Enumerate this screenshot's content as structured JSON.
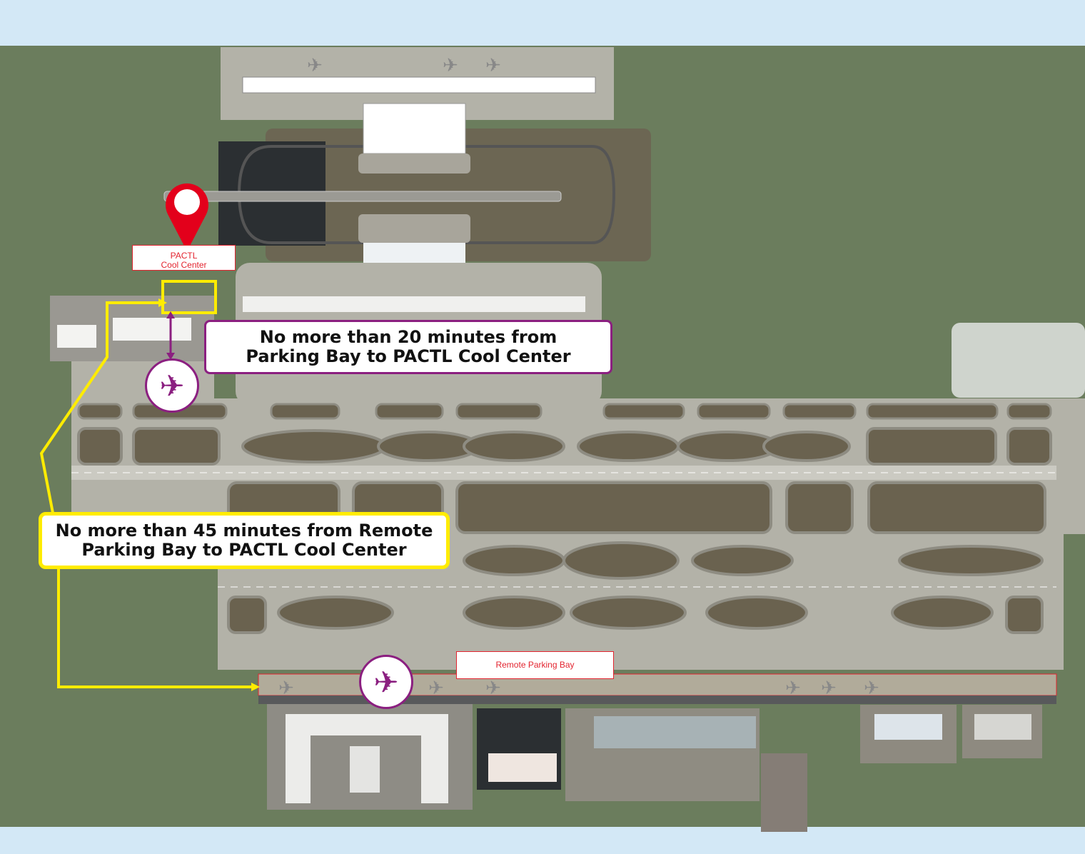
{
  "pactl_marker": {
    "line1": "PACTL",
    "line2": "Cool Center"
  },
  "remote_bay_label": "Remote Parking Bay",
  "callout_20": {
    "line1": "No more than 20 minutes from",
    "line2": "Parking Bay to PACTL Cool Center"
  },
  "callout_45": {
    "line1": "No more than 45 minutes from Remote",
    "line2": "Parking Bay to PACTL Cool Center"
  },
  "colors": {
    "route_yellow": "#ffec00",
    "route_purple": "#8b1f80",
    "marker_red": "#e3001b",
    "ground": "#6b7d5d",
    "sky": "#d3e8f6"
  },
  "icons": [
    "location-pin-icon",
    "airplane-icon"
  ]
}
